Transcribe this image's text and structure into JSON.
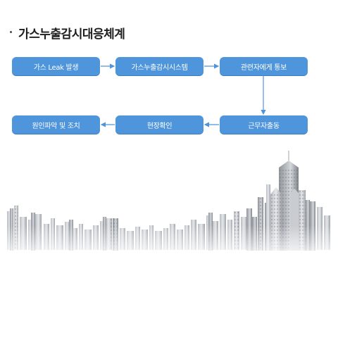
{
  "page": {
    "title": "가스누출감시대응체계"
  },
  "flow": {
    "steps": [
      {
        "label": "가스 Leak 발생"
      },
      {
        "label": "가스누출감시시스템"
      },
      {
        "label": "관련자에게 통보"
      },
      {
        "label": "근무자출동"
      },
      {
        "label": "현장확인"
      },
      {
        "label": "원인파악 및 조치"
      }
    ]
  },
  "colors": {
    "box": "#4f95db",
    "arrow": "#4f95db",
    "title": "#1e1e1e"
  },
  "icons": {
    "bullet": "dot-bullet-icon",
    "arrow": "arrow-icon",
    "illustration": "city-skyline-illustration"
  }
}
